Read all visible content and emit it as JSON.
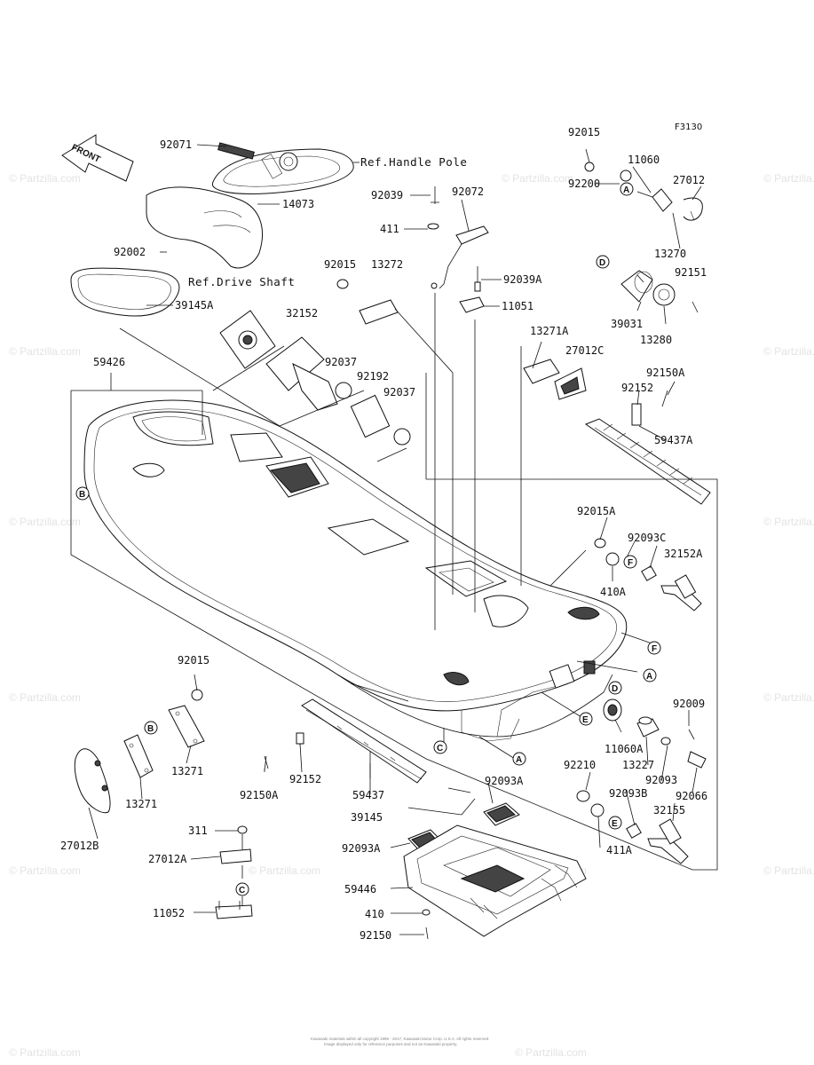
{
  "figure_code": "F3130",
  "references": {
    "handle_pole": "Ref.Handle Pole",
    "drive_shaft": "Ref.Drive Shaft"
  },
  "front_label": "FRONT",
  "watermark": "© Partzilla.com",
  "footer": {
    "line1": "Kawasaki materials within all copyright 1995 - 2017, Kawasaki Motor Corp. U.S.A. All rights reserved.",
    "line2": "Image displayed only for reference purposes and not as Kawasaki property."
  },
  "circle_refs": [
    "A",
    "B",
    "C",
    "D",
    "E",
    "F"
  ],
  "parts": {
    "p92071": "92071",
    "p92002": "92002",
    "p14073": "14073",
    "p39145A": "39145A",
    "p59426": "59426",
    "p92039": "92039",
    "p411": "411",
    "p92072": "92072",
    "p92015a": "92015",
    "p13272": "13272",
    "p92039A": "92039A",
    "p11051": "11051",
    "p32152": "32152",
    "p92037a": "92037",
    "p92192": "92192",
    "p92037b": "92037",
    "p92015b": "92015",
    "p92200": "92200",
    "p11060": "11060",
    "p27012": "27012",
    "p13270": "13270",
    "p92151": "92151",
    "p39031": "39031",
    "p13280": "13280",
    "p13271A": "13271A",
    "p27012C": "27012C",
    "p92150Ab": "92150A",
    "p92152b": "92152",
    "p59437A": "59437A",
    "p92015A": "92015A",
    "p92093C": "92093C",
    "p32152A": "32152A",
    "p410A": "410A",
    "p92009": "92009",
    "p11060A": "11060A",
    "p13227": "13227",
    "p92210": "92210",
    "p92093": "92093",
    "p92066": "92066",
    "p92093B": "92093B",
    "p32155": "32155",
    "p411A": "411A",
    "p92015c": "92015",
    "p13271a": "13271",
    "p13271b": "13271",
    "p27012B": "27012B",
    "p92152a": "92152",
    "p92150Aa": "92150A",
    "p59437": "59437",
    "p39145": "39145",
    "p92093Aa": "92093A",
    "p92093Ab": "92093A",
    "p59446": "59446",
    "p410": "410",
    "p92150": "92150",
    "p311": "311",
    "p27012A": "27012A",
    "p11052": "11052"
  }
}
